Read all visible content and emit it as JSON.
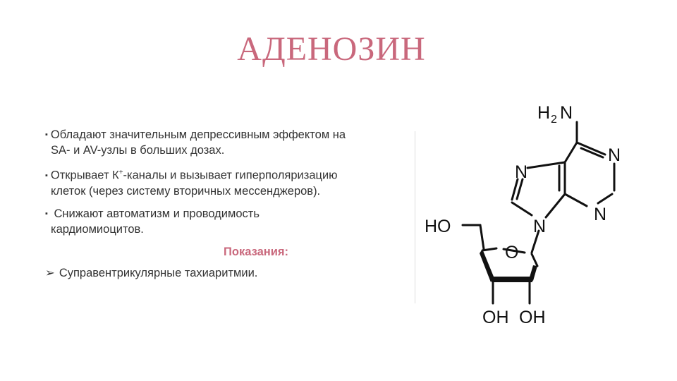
{
  "title": "АДЕНОЗИН",
  "colors": {
    "title": "#c9687c",
    "text": "#333333",
    "heading": "#c9687c"
  },
  "bullets": [
    {
      "marker": "▪",
      "line1": "Обладают значительным депрессивным эффектом на",
      "line2": "SA- и AV-узлы в больших дозах."
    },
    {
      "marker": "▪",
      "line1_a": "Открывает К",
      "line1_sup": "+",
      "line1_b": "-каналы и вызывает гиперполяризацию",
      "line2": "клеток (через систему вторичных мессенджеров)."
    },
    {
      "marker": "▪",
      "words": [
        "Снижают",
        "автоматизм",
        "и",
        "проводимость"
      ],
      "line2": "кардиомиоцитов."
    }
  ],
  "indications": {
    "heading": "Показания:",
    "marker": "➢",
    "item": "Суправентрикулярные тахиаритмии."
  },
  "structure_labels": {
    "amine": "H",
    "amine_sub": "2",
    "amine_n": "N",
    "n1": "N",
    "n3": "N",
    "n7": "N",
    "n9": "N",
    "ho": "HO",
    "ring_o": "O",
    "oh1": "OH",
    "oh2": "OH"
  }
}
